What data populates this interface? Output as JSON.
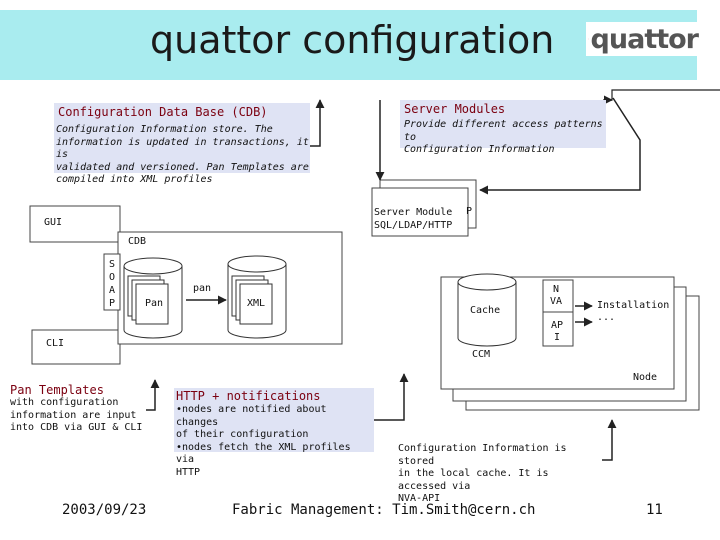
{
  "slide": {
    "title": "quattor configuration",
    "logo_text": "quattor"
  },
  "callouts": {
    "cdb": {
      "heading": "Configuration Data Base (CDB)",
      "body": [
        "Configuration Information store. The",
        "information is updated in transactions, it is",
        "validated and versioned. Pan Templates are",
        "compiled into XML profiles"
      ]
    },
    "server_modules": {
      "heading": "Server Modules",
      "body": [
        "Provide different access patterns to",
        "Configuration Information"
      ]
    },
    "pan_templates": {
      "heading": "Pan Templates",
      "body": [
        "with configuration",
        "information are input",
        "into CDB via GUI & CLI"
      ]
    },
    "http_notifications": {
      "heading": "HTTP + notifications",
      "body": [
        "•nodes are notified about changes",
        "of their configuration",
        "•nodes fetch the XML profiles via",
        "HTTP"
      ]
    },
    "local_cache": {
      "body": [
        "Configuration Information is stored",
        "in the local cache. It is accessed via",
        "NVA-API"
      ]
    }
  },
  "diagram": {
    "gui_label": "GUI",
    "cli_label": "CLI",
    "cdb_label": "CDB",
    "soap_label": [
      "S",
      "O",
      "A",
      "P"
    ],
    "pan_label_left": "Pan",
    "pan_label_arrow": "pan",
    "xml_label": "XML",
    "server_module_label": [
      "Server Module",
      "SQL/LDAP/HTTP"
    ],
    "server_module_fragment": "P",
    "cache_label": "Cache",
    "nva_label": [
      "N",
      "VA"
    ],
    "api_label": [
      "AP",
      "I"
    ],
    "ccm_label": "CCM",
    "installation_label": [
      "Installation",
      "..."
    ],
    "node_label": "Node"
  },
  "footer": {
    "date": "2003/09/23",
    "author": "Fabric Management: Tim.Smith@cern.ch",
    "page": "11"
  },
  "colors": {
    "title_bar": "#a9ecef",
    "callout_fill": "#dfe3f4",
    "heading_text": "#7b0010"
  }
}
